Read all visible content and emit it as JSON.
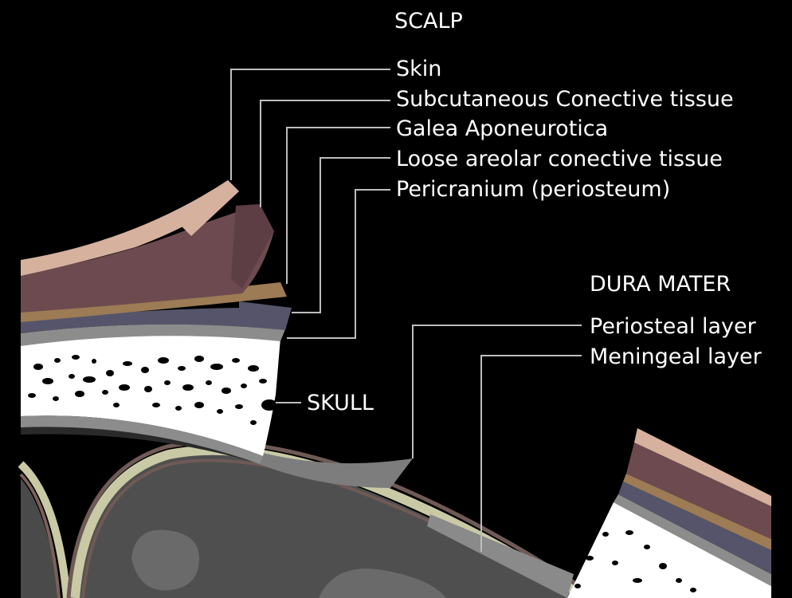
{
  "scalp": {
    "heading": "SCALP",
    "layers": [
      {
        "label": "Skin",
        "color": "#d6b19e"
      },
      {
        "label": "Subcutaneous Conective tissue",
        "color": "#6d4a4f"
      },
      {
        "label": "Galea Aponeurotica",
        "color": "#9c7b55"
      },
      {
        "label": "Loose areolar conective tissue",
        "color": "#55546a"
      },
      {
        "label": "Pericranium (periosteum)",
        "color": "#8c8c8c"
      }
    ]
  },
  "skull": {
    "label": "SKULL",
    "color": "#ffffff"
  },
  "dura_mater": {
    "heading": "DURA MATER",
    "layers": [
      {
        "label": "Periosteal layer",
        "color": "#8a8a8a"
      },
      {
        "label": "Meningeal layer",
        "color": "#c9c9a6"
      }
    ]
  },
  "colors": {
    "background": "#000000",
    "leader_line": "#bdbdbd",
    "brain": "#555555",
    "brain_dark": "#333333"
  }
}
